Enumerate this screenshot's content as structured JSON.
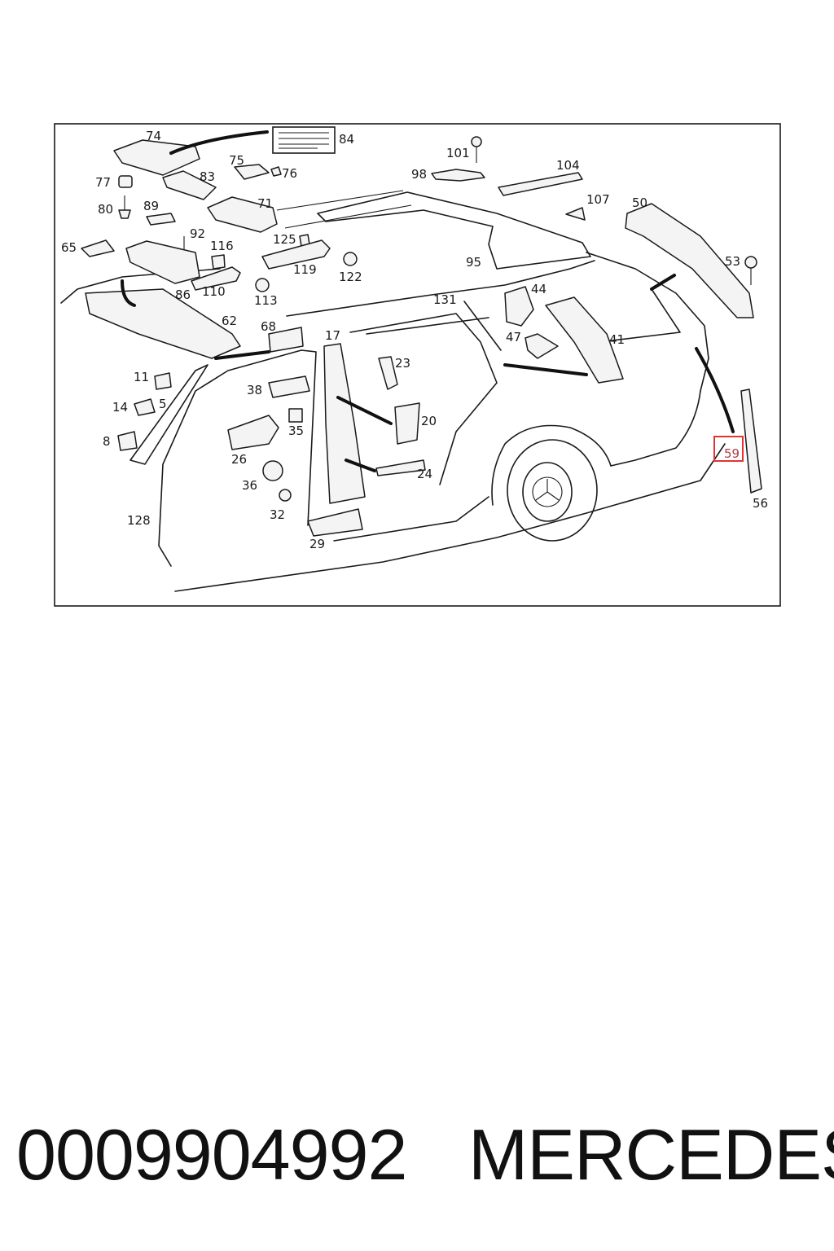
{
  "diagram": {
    "callouts": [
      "74",
      "84",
      "101",
      "98",
      "104",
      "77",
      "83",
      "75",
      "76",
      "71",
      "80",
      "89",
      "107",
      "50",
      "92",
      "65",
      "116",
      "125",
      "119",
      "122",
      "53",
      "95",
      "110",
      "86",
      "113",
      "131",
      "44",
      "62",
      "68",
      "17",
      "47",
      "41",
      "23",
      "11",
      "14",
      "5",
      "38",
      "20",
      "8",
      "35",
      "26",
      "59",
      "24",
      "36",
      "32",
      "56",
      "128",
      "29"
    ],
    "highlighted_callout": "59",
    "highlight_color": "#e3342f",
    "line_color": "#1a1a1a"
  },
  "footer": {
    "part_number": "0009904992",
    "brand": "MERCEDES"
  }
}
